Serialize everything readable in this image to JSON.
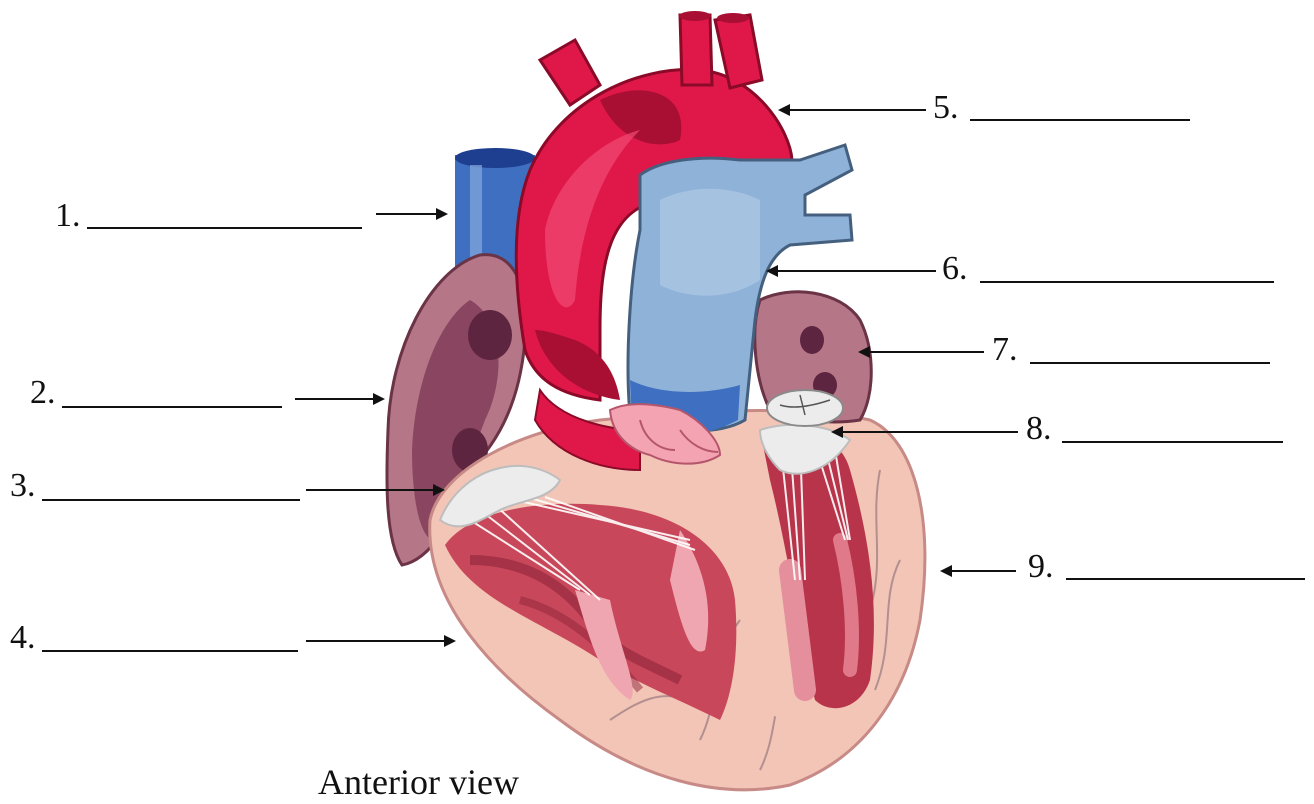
{
  "figure": {
    "caption": "Anterior view",
    "labels": [
      {
        "id": "1",
        "text": "1."
      },
      {
        "id": "2",
        "text": "2."
      },
      {
        "id": "3",
        "text": "3."
      },
      {
        "id": "4",
        "text": "4."
      },
      {
        "id": "5",
        "text": "5."
      },
      {
        "id": "6",
        "text": "6."
      },
      {
        "id": "7",
        "text": "7."
      },
      {
        "id": "8",
        "text": "8."
      },
      {
        "id": "9",
        "text": "9."
      }
    ]
  },
  "colors": {
    "aorta": "#e0184a",
    "aorta_dark": "#a80f33",
    "pulmonary": "#8fb2d8",
    "vena_cava": "#3f6fc0",
    "atrium": "#9c5a72",
    "myocardium": "#f3c5b6",
    "chamber": "#c8475a",
    "valve": "#ececec"
  }
}
